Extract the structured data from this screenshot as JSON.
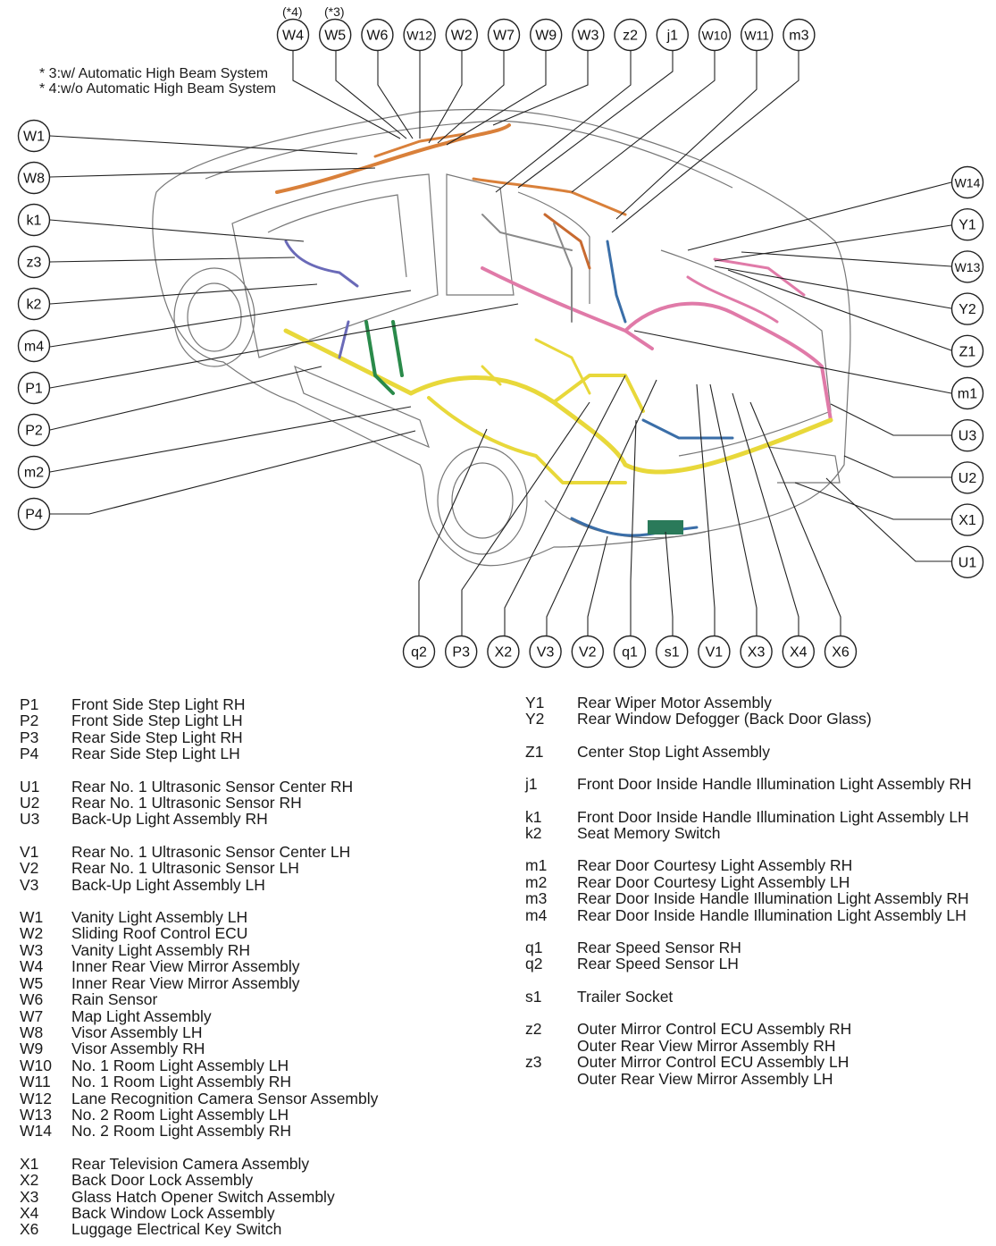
{
  "notes": {
    "star4": "(*4)",
    "star3": "(*3)",
    "line1": "* 3:w/ Automatic High Beam System",
    "line2": "* 4:w/o Automatic High Beam System"
  },
  "callouts": {
    "top": [
      "W4",
      "W5",
      "W6",
      "W12",
      "W2",
      "W7",
      "W9",
      "W3",
      "z2",
      "j1",
      "W10",
      "W11",
      "m3"
    ],
    "left": [
      "W1",
      "W8",
      "k1",
      "z3",
      "k2",
      "m4",
      "P1",
      "P2",
      "m2",
      "P4"
    ],
    "right": [
      "W14",
      "Y1",
      "W13",
      "Y2",
      "Z1",
      "m1",
      "U3",
      "U2",
      "X1",
      "U1"
    ],
    "bottom": [
      "q2",
      "P3",
      "X2",
      "V3",
      "V2",
      "q1",
      "s1",
      "V1",
      "X3",
      "X4",
      "X6"
    ]
  },
  "legend_left": [
    [
      {
        "code": "P1",
        "desc": "Front Side Step Light RH"
      },
      {
        "code": "P2",
        "desc": "Front Side Step Light LH"
      },
      {
        "code": "P3",
        "desc": "Rear Side Step Light RH"
      },
      {
        "code": "P4",
        "desc": "Rear Side Step Light LH"
      }
    ],
    [
      {
        "code": "U1",
        "desc": "Rear No. 1 Ultrasonic Sensor Center RH"
      },
      {
        "code": "U2",
        "desc": "Rear No. 1 Ultrasonic Sensor RH"
      },
      {
        "code": "U3",
        "desc": "Back-Up Light Assembly RH"
      }
    ],
    [
      {
        "code": "V1",
        "desc": "Rear No. 1 Ultrasonic Sensor Center LH"
      },
      {
        "code": "V2",
        "desc": "Rear No. 1 Ultrasonic Sensor LH"
      },
      {
        "code": "V3",
        "desc": "Back-Up Light Assembly LH"
      }
    ],
    [
      {
        "code": "W1",
        "desc": "Vanity Light Assembly LH"
      },
      {
        "code": "W2",
        "desc": "Sliding Roof Control ECU"
      },
      {
        "code": "W3",
        "desc": "Vanity Light Assembly RH"
      },
      {
        "code": "W4",
        "desc": "Inner Rear View Mirror Assembly"
      },
      {
        "code": "W5",
        "desc": "Inner Rear View Mirror Assembly"
      },
      {
        "code": "W6",
        "desc": "Rain Sensor"
      },
      {
        "code": "W7",
        "desc": "Map Light Assembly"
      },
      {
        "code": "W8",
        "desc": "Visor Assembly LH"
      },
      {
        "code": "W9",
        "desc": "Visor Assembly RH"
      },
      {
        "code": "W10",
        "desc": "No. 1 Room Light Assembly LH"
      },
      {
        "code": "W11",
        "desc": "No. 1 Room Light Assembly RH"
      },
      {
        "code": "W12",
        "desc": "Lane Recognition Camera Sensor Assembly"
      },
      {
        "code": "W13",
        "desc": "No. 2 Room Light Assembly LH"
      },
      {
        "code": "W14",
        "desc": "No. 2 Room Light Assembly RH"
      }
    ],
    [
      {
        "code": "X1",
        "desc": "Rear Television Camera Assembly"
      },
      {
        "code": "X2",
        "desc": "Back Door Lock Assembly"
      },
      {
        "code": "X3",
        "desc": "Glass Hatch Opener Switch Assembly"
      },
      {
        "code": "X4",
        "desc": "Back Window Lock Assembly"
      },
      {
        "code": "X6",
        "desc": "Luggage Electrical Key Switch"
      }
    ]
  ],
  "legend_right": [
    [
      {
        "code": "Y1",
        "desc": "Rear Wiper Motor Assembly"
      },
      {
        "code": "Y2",
        "desc": "Rear Window Defogger (Back Door Glass)"
      }
    ],
    [
      {
        "code": "Z1",
        "desc": "Center Stop Light Assembly"
      }
    ],
    [
      {
        "code": "j1",
        "desc": "Front Door Inside Handle Illumination Light Assembly RH"
      }
    ],
    [
      {
        "code": "k1",
        "desc": "Front Door Inside Handle Illumination Light Assembly LH"
      },
      {
        "code": "k2",
        "desc": "Seat Memory Switch"
      }
    ],
    [
      {
        "code": "m1",
        "desc": "Rear Door Courtesy Light Assembly RH"
      },
      {
        "code": "m2",
        "desc": "Rear Door Courtesy Light Assembly LH"
      },
      {
        "code": "m3",
        "desc": "Rear Door Inside Handle Illumination Light Assembly RH"
      },
      {
        "code": "m4",
        "desc": "Rear Door Inside Handle Illumination Light Assembly LH"
      }
    ],
    [
      {
        "code": "q1",
        "desc": "Rear Speed Sensor RH"
      },
      {
        "code": "q2",
        "desc": "Rear Speed Sensor LH"
      }
    ],
    [
      {
        "code": "s1",
        "desc": "Trailer Socket"
      }
    ],
    [
      {
        "code": "z2",
        "desc": "Outer Mirror Control ECU Assembly RH"
      },
      {
        "code": "",
        "desc": "Outer Rear View Mirror Assembly RH"
      },
      {
        "code": "z3",
        "desc": "Outer Mirror Control ECU Assembly LH"
      },
      {
        "code": "",
        "desc": "Outer Rear View Mirror Assembly LH"
      }
    ]
  ],
  "colors": {
    "harness_yellow": "#e8d83a",
    "harness_pink": "#e07aa8",
    "harness_orange": "#d9803a",
    "harness_blue": "#3a6ea8",
    "harness_green": "#2a8a4a",
    "harness_purple": "#6a6ab8",
    "harness_gray": "#8a8a8a"
  }
}
